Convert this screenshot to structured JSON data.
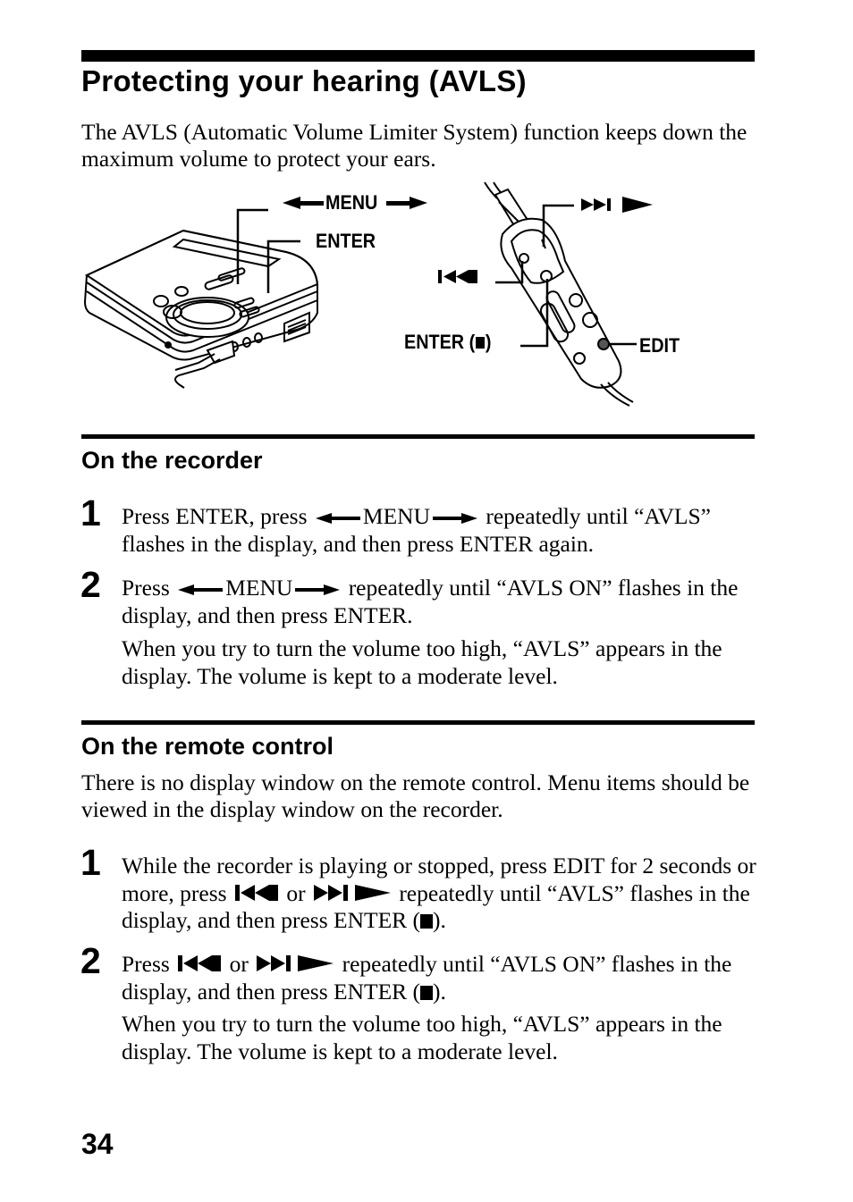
{
  "title": "Protecting your hearing (AVLS)",
  "intro": "The AVLS (Automatic Volume Limiter System) function keeps down the maximum volume to protect your ears.",
  "diagram": {
    "label_menu": "MENU",
    "label_enter": "ENTER",
    "label_enter_stop": "ENTER (",
    "label_close_paren": ")",
    "label_edit": "EDIT"
  },
  "recorder": {
    "heading": "On the recorder",
    "step1_num": "1",
    "step1_a": "Press ENTER, press",
    "step1_menu": "MENU",
    "step1_b": "repeatedly until “AVLS” flashes in the display, and then press ENTER again.",
    "step2_num": "2",
    "step2_a": "Press",
    "step2_menu": "MENU",
    "step2_b": "repeatedly until “AVLS ON” flashes in the display, and then press ENTER.",
    "note": "When you try to turn the volume too high, “AVLS” appears in the display. The volume is kept to a moderate level."
  },
  "remote": {
    "heading": "On the remote control",
    "intro": "There is no display window on the remote control. Menu items should be viewed in the display window on the recorder.",
    "step1_num": "1",
    "step1_a": "While the recorder is playing or stopped, press EDIT for 2 seconds or more, press",
    "step1_or": "or",
    "step1_b": "repeatedly until “AVLS” flashes in the display, and then press ENTER (",
    "step1_c": ").",
    "step2_num": "2",
    "step2_a": "Press",
    "step2_or": "or",
    "step2_b": "repeatedly until “AVLS ON” flashes in the display, and then press ENTER (",
    "step2_c": ").",
    "note": "When you try to turn the volume too high, “AVLS” appears in the display. The volume is kept to a moderate level."
  },
  "page_number": "34"
}
